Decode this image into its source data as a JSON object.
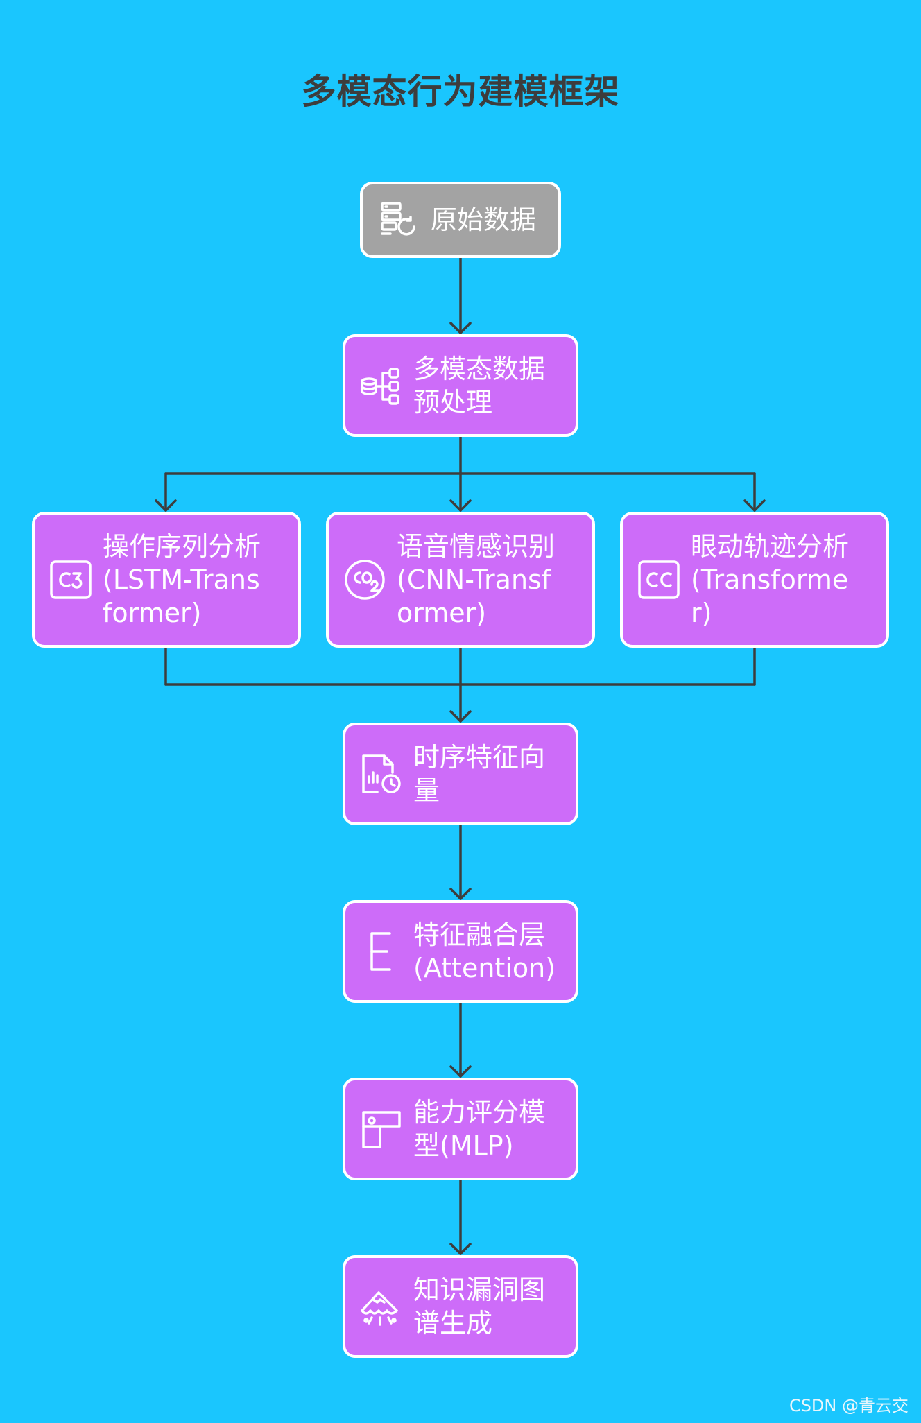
{
  "title": "多模态行为建模框架",
  "nodes": {
    "raw_data": {
      "label": "原始数据",
      "icon": "server-sync-icon"
    },
    "preprocess": {
      "label": "多模态数据预处理",
      "icon": "database-tree-icon"
    },
    "operation": {
      "label": "操作序列分析(LSTM-Transformer)",
      "icon": "c3-box-icon"
    },
    "speech": {
      "label": "语音情感识别(CNN-Transformer)",
      "icon": "co2-circle-icon"
    },
    "eye": {
      "label": "眼动轨迹分析(Transformer)",
      "icon": "cc-box-icon"
    },
    "temporal": {
      "label": "时序特征向量",
      "icon": "report-clock-icon"
    },
    "fusion": {
      "label": "特征融合层(Attention)",
      "icon": "letter-e-icon"
    },
    "scoring": {
      "label": "能力评分模型(MLP)",
      "icon": "pipe-corner-icon"
    },
    "graph": {
      "label": "知识漏洞图谱生成",
      "icon": "mountain-cloud-icon"
    }
  },
  "colors": {
    "background": "#1ac6fe",
    "node_fill": "#cd6cf9",
    "start_fill": "#a3a3a3",
    "border": "#ffffff",
    "connector": "#3d3d3d",
    "title": "#3d3d3d"
  },
  "watermark": "CSDN @青云交"
}
